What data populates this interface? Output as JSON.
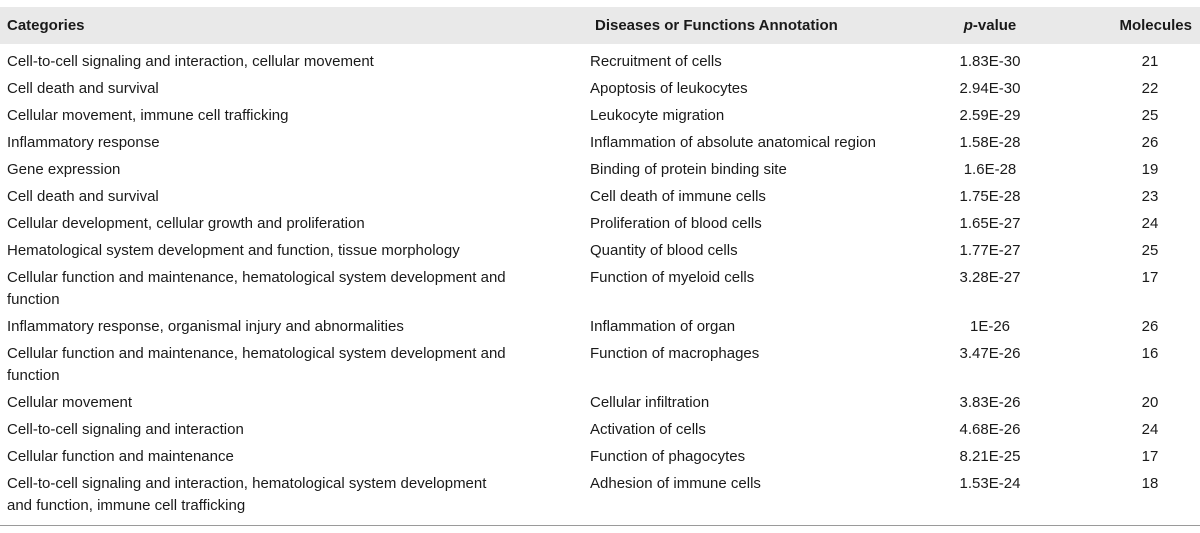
{
  "table": {
    "headers": {
      "categories": "Categories",
      "annotation": "Diseases or Functions Annotation",
      "pvalue_italic": "p",
      "pvalue_rest": "-value",
      "molecules": "Molecules"
    },
    "rows": [
      {
        "category": "Cell-to-cell signaling and interaction, cellular movement",
        "annotation": "Recruitment of cells",
        "pvalue": "1.83E-30",
        "molecules": "21"
      },
      {
        "category": "Cell death and survival",
        "annotation": "Apoptosis of leukocytes",
        "pvalue": "2.94E-30",
        "molecules": "22"
      },
      {
        "category": "Cellular movement, immune cell trafficking",
        "annotation": "Leukocyte migration",
        "pvalue": "2.59E-29",
        "molecules": "25"
      },
      {
        "category": "Inflammatory response",
        "annotation": "Inflammation of absolute anatomical region",
        "pvalue": "1.58E-28",
        "molecules": "26"
      },
      {
        "category": "Gene expression",
        "annotation": "Binding of protein binding site",
        "pvalue": "1.6E-28",
        "molecules": "19"
      },
      {
        "category": "Cell death and survival",
        "annotation": "Cell death of immune cells",
        "pvalue": "1.75E-28",
        "molecules": "23"
      },
      {
        "category": "Cellular development, cellular growth and proliferation",
        "annotation": "Proliferation of blood cells",
        "pvalue": "1.65E-27",
        "molecules": "24"
      },
      {
        "category": "Hematological system development and function, tissue morphology",
        "annotation": "Quantity of blood cells",
        "pvalue": "1.77E-27",
        "molecules": "25"
      },
      {
        "category": "Cellular function and maintenance, hematological system development and function",
        "annotation": "Function of myeloid cells",
        "pvalue": "3.28E-27",
        "molecules": "17"
      },
      {
        "category": "Inflammatory response, organismal injury and abnormalities",
        "annotation": "Inflammation of organ",
        "pvalue": "1E-26",
        "molecules": "26"
      },
      {
        "category": "Cellular function and maintenance, hematological system development and function",
        "annotation": "Function of macrophages",
        "pvalue": "3.47E-26",
        "molecules": "16"
      },
      {
        "category": "Cellular movement",
        "annotation": "Cellular infiltration",
        "pvalue": "3.83E-26",
        "molecules": "20"
      },
      {
        "category": "Cell-to-cell signaling and interaction",
        "annotation": "Activation of cells",
        "pvalue": "4.68E-26",
        "molecules": "24"
      },
      {
        "category": "Cellular function and maintenance",
        "annotation": "Function of phagocytes",
        "pvalue": "8.21E-25",
        "molecules": "17"
      },
      {
        "category": "Cell-to-cell signaling and interaction, hematological system development and function, immune cell trafficking",
        "annotation": "Adhesion of immune cells",
        "pvalue": "1.53E-24",
        "molecules": "18"
      }
    ]
  }
}
